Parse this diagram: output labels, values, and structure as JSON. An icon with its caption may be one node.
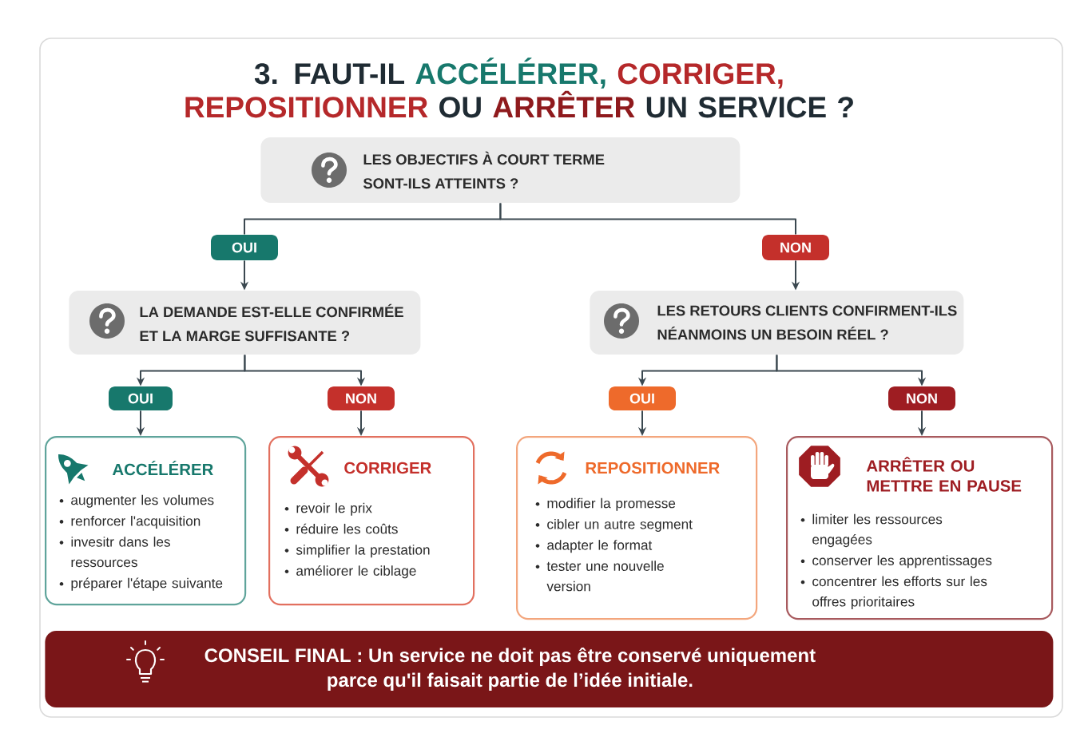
{
  "diagram": {
    "title": "3. FAUT-IL ACCÉLÉRER, CORRIGER, REPOSITIONNER OU ARRÊTER UN SERVICE ?",
    "nodes": [
      {
        "text": [
          "LES OBJECTIFS À COURT TERME SONT-ILS ATTEINTS ?"
        ]
      },
      {
        "text": [
          "OUI"
        ]
      },
      {
        "text": [
          "NON"
        ]
      },
      {
        "text": [
          "LA DEMANDE EST-ELLE CONFIRMÉE ET LA MARGE SUFFISANTE ?"
        ]
      },
      {
        "text": [
          "LES RETOURS CLIENTS CONFIRMENT-ILS NÉANMOINS UN BESOIN RÉEL ?"
        ]
      },
      {
        "text": [
          "OUI"
        ]
      },
      {
        "text": [
          "NON"
        ]
      },
      {
        "text": [
          "OUI"
        ]
      },
      {
        "text": [
          "NON"
        ]
      },
      {
        "text": [
          "ACCÉLÉRER",
          "augmenter les volumes",
          "renforcer l'acquisition",
          "invesitr dans les ressources",
          "préparer l'étape suivante"
        ]
      },
      {
        "text": [
          "CORRIGER",
          "revoir le prix",
          "réduire les coûts",
          "simplifier la prestation",
          "améliorer le ciblage"
        ]
      },
      {
        "text": [
          "REPOSITIONNER",
          "modifier la promesse",
          "cibler un autre segment",
          "adapter le format",
          "tester une nouvelle version"
        ]
      },
      {
        "text": [
          "ARRÊTER OU METTRE EN PAUSE",
          "limiter les ressources engagées",
          "conserver les apprentissages",
          "concentrer les efforts sur les offres prioritaires"
        ]
      },
      {
        "text": [
          "CONSEIL FINAL : Un service ne doit pas être conservé uniquement parce qu'il faisait partie de l’idée initiale."
        ]
      }
    ],
    "edges": [
      {
        "from": 0,
        "to": 1,
        "arrow": "none"
      },
      {
        "from": 0,
        "to": 2,
        "arrow": "none"
      },
      {
        "from": 1,
        "to": 3,
        "arrow": "to"
      },
      {
        "from": 2,
        "to": 4,
        "arrow": "to"
      },
      {
        "from": 3,
        "to": 5,
        "arrow": "to"
      },
      {
        "from": 3,
        "to": 6,
        "arrow": "to"
      },
      {
        "from": 4,
        "to": 7,
        "arrow": "to"
      },
      {
        "from": 4,
        "to": 8,
        "arrow": "to"
      },
      {
        "from": 5,
        "to": 9,
        "arrow": "to"
      },
      {
        "from": 6,
        "to": 10,
        "arrow": "to"
      },
      {
        "from": 7,
        "to": 11,
        "arrow": "to"
      },
      {
        "from": 8,
        "to": 12,
        "arrow": "to"
      }
    ]
  }
}
